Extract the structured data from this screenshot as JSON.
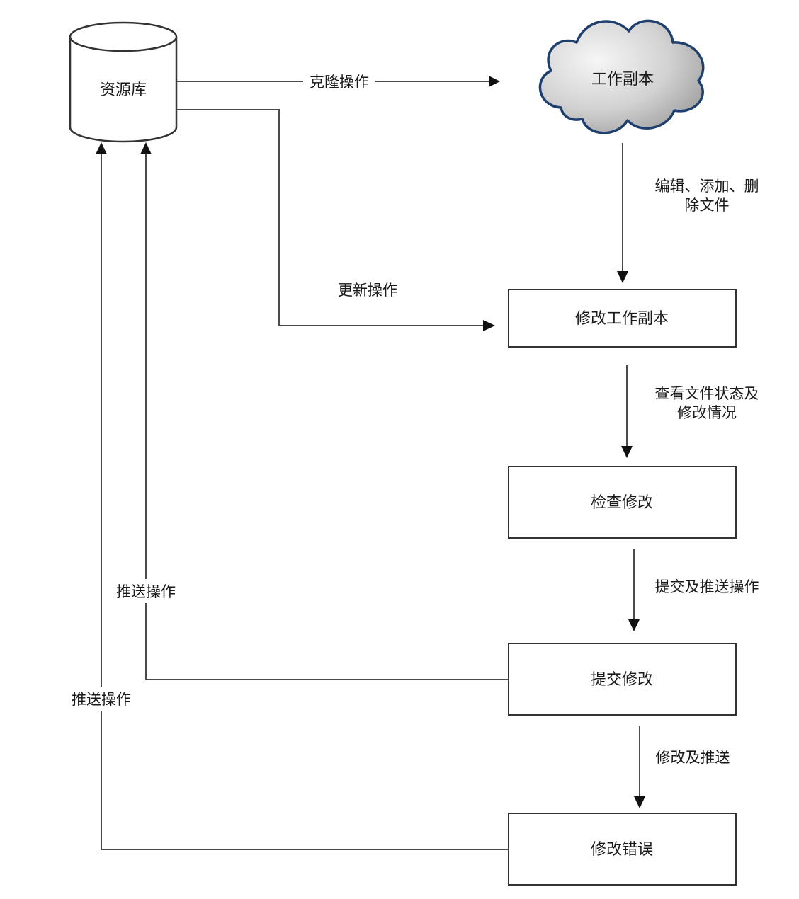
{
  "nodes": {
    "repository": "资源库",
    "working_copy": "工作副本",
    "modify_working_copy": "修改工作副本",
    "review_changes": "检查修改",
    "commit_changes": "提交修改",
    "fix_errors": "修改错误"
  },
  "edges": {
    "clone": "克隆操作",
    "edit_files_line1": "编辑、添加、删",
    "edit_files_line2": "除文件",
    "update": "更新操作",
    "view_status_line1": "查看文件状态及",
    "view_status_line2": "修改情况",
    "commit_push": "提交及推送操作",
    "push_from_commit": "推送操作",
    "fix_push": "修改及推送",
    "push_from_fix": "推送操作"
  },
  "colors": {
    "line": "#4a4a4a",
    "box_border": "#333333",
    "cloud_border": "#1f3f6e",
    "cloud_fill_light": "#f4f4f4",
    "cloud_fill_dark": "#9a9a9a"
  }
}
